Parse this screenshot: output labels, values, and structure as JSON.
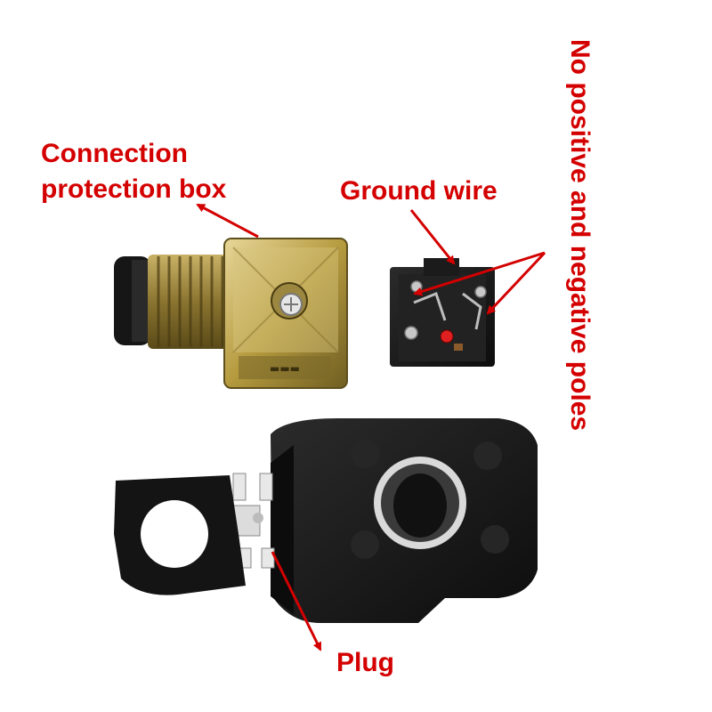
{
  "accent_color": "#d40000",
  "labels": {
    "connection_line1": "Connection",
    "connection_line2": "protection box",
    "ground_wire": "Ground wire",
    "poles": "No positive and negative poles",
    "plug": "Plug"
  },
  "colors": {
    "background": "#ffffff",
    "rubber": "#1a1a1a",
    "amber_plastic": "#b59a3e",
    "housing_shadow": "#7d6b2c"
  }
}
